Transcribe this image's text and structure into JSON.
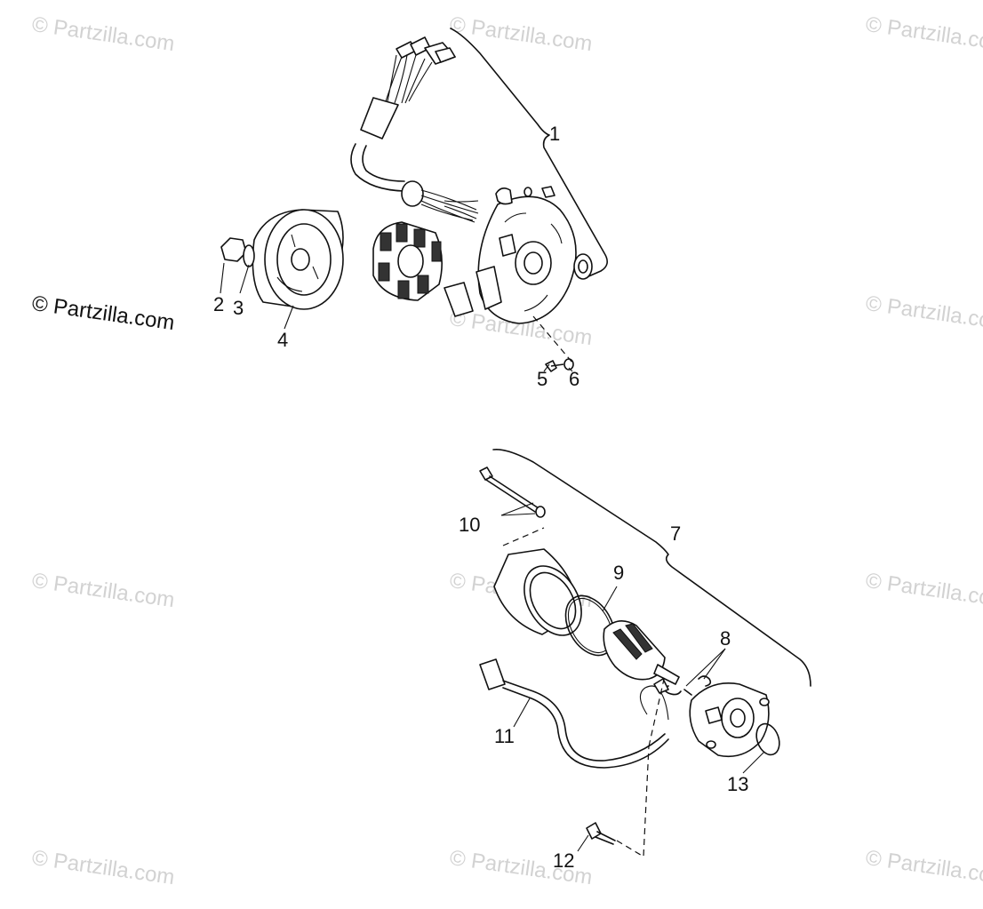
{
  "watermark": "© Partzilla.com",
  "callouts": [
    "1",
    "2",
    "3",
    "4",
    "5",
    "6",
    "7",
    "8",
    "9",
    "10",
    "11",
    "12",
    "13"
  ]
}
